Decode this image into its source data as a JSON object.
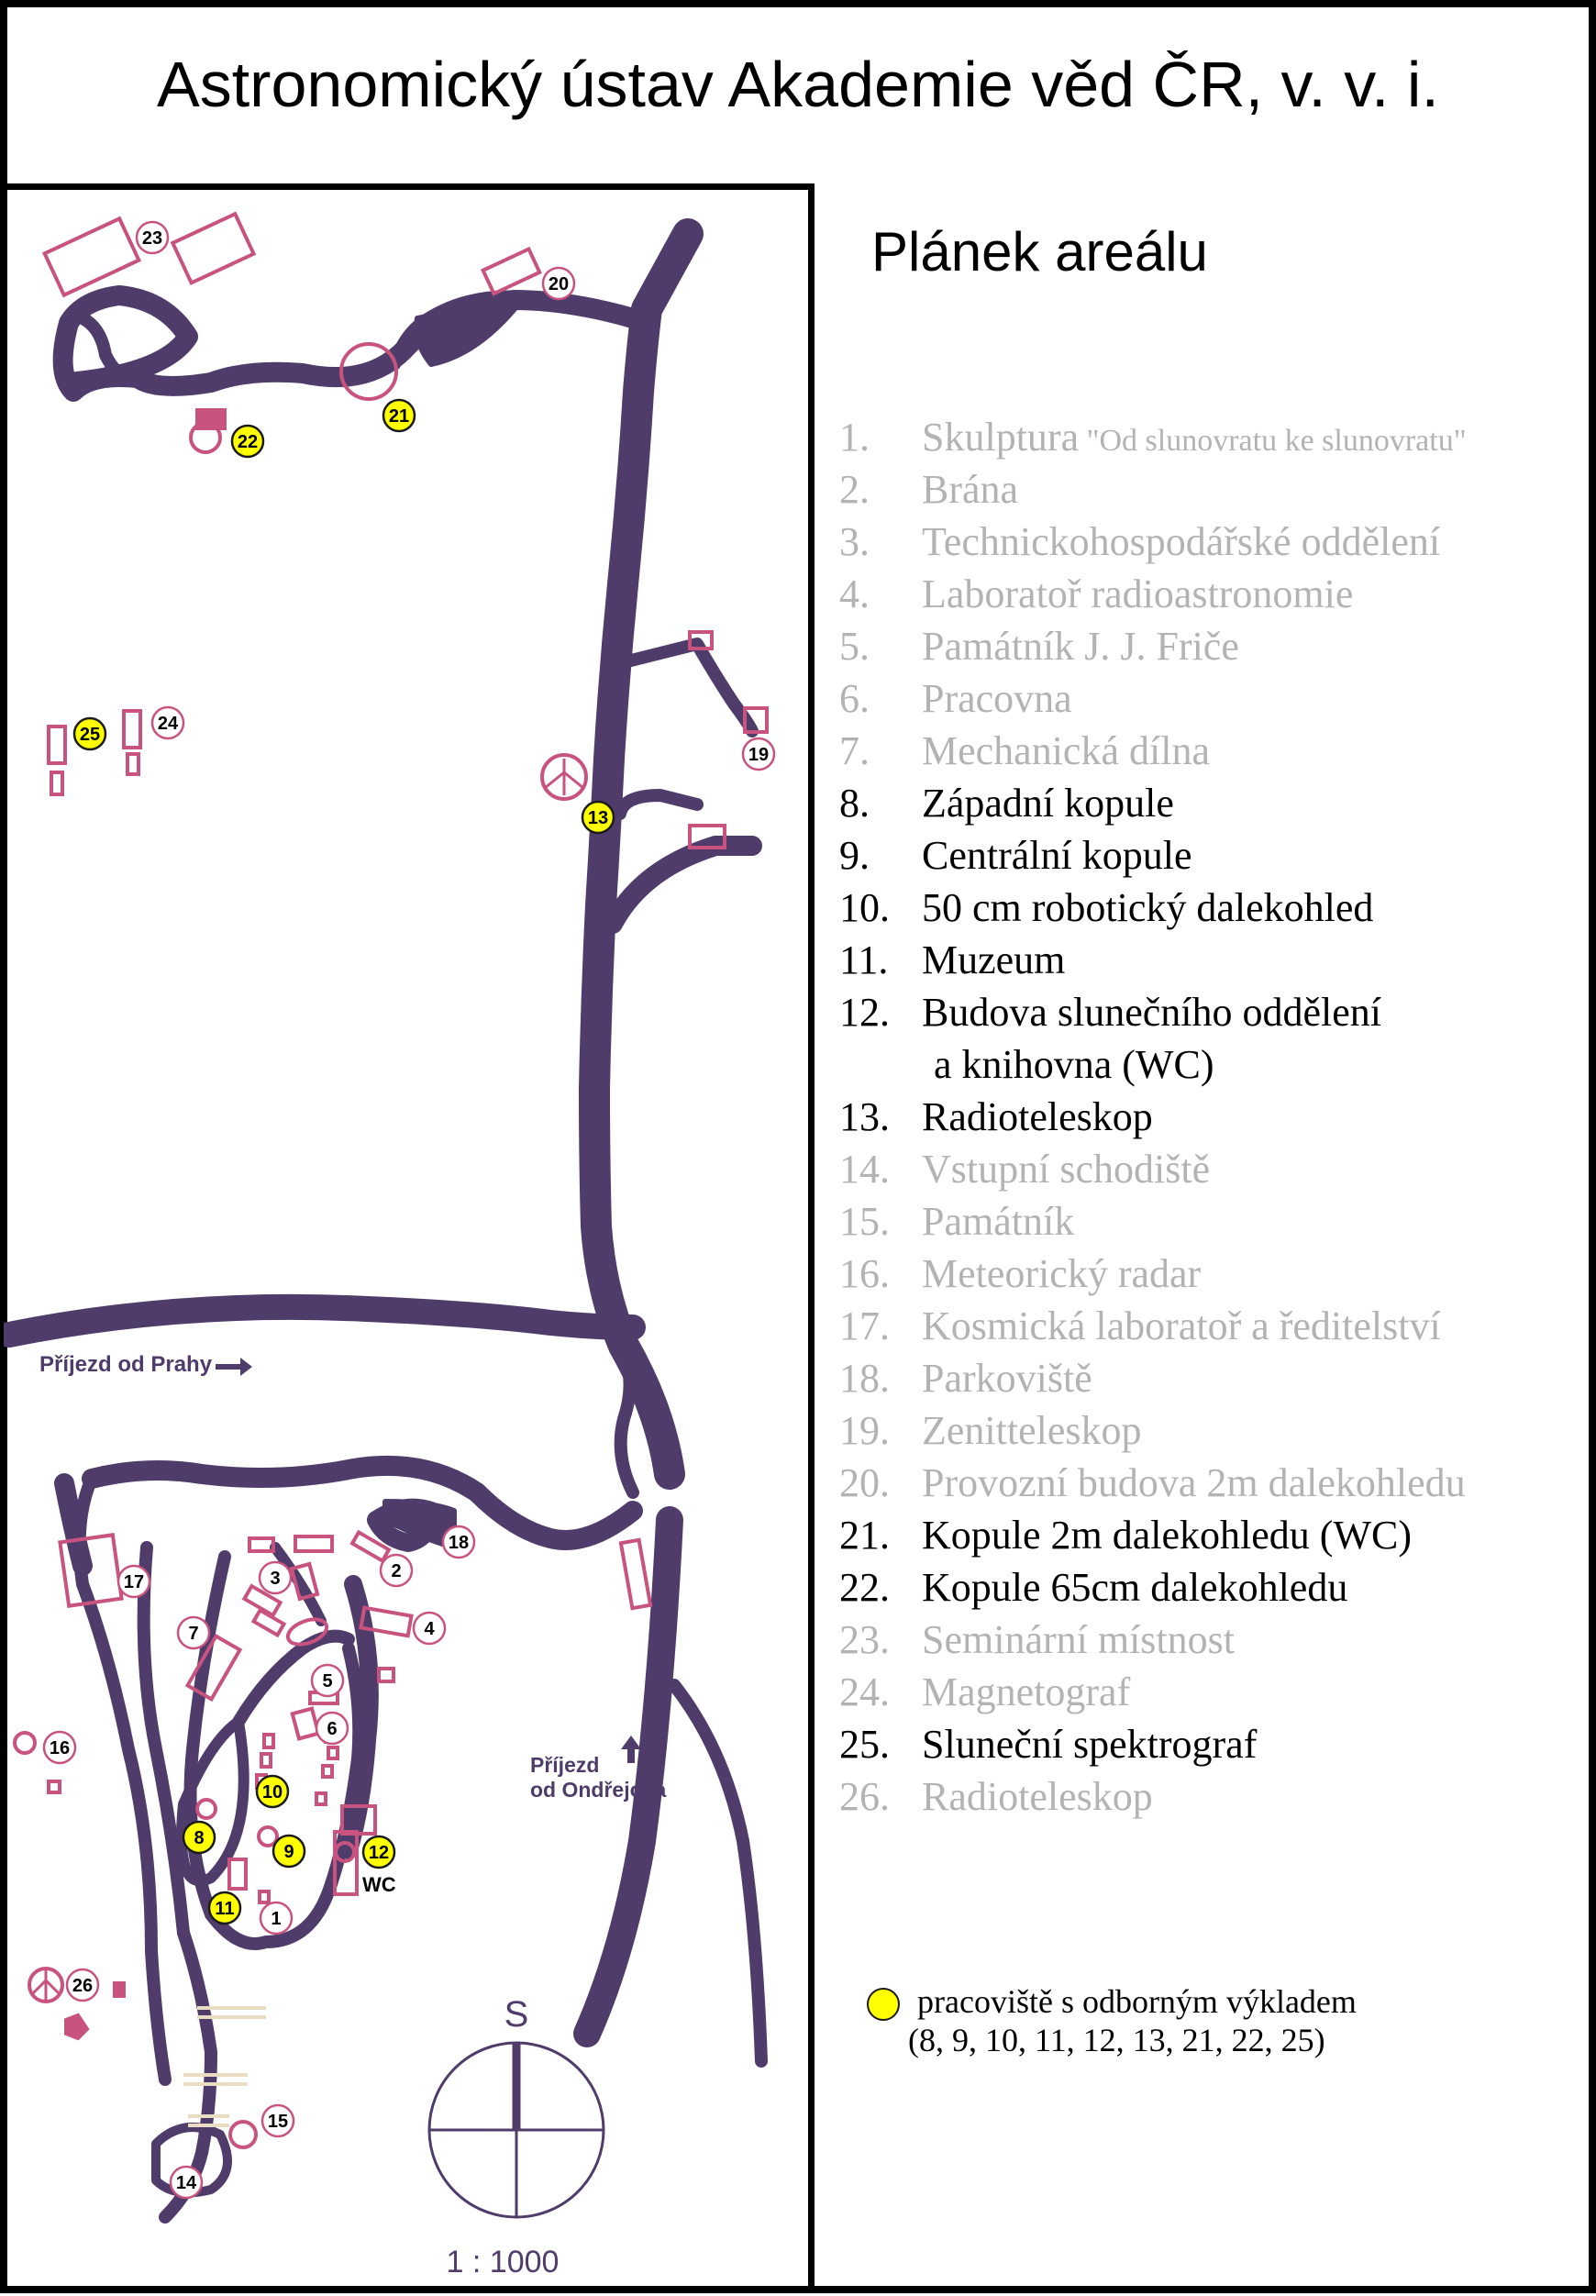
{
  "title": "Astronomický ústav Akademie věd ČR, v. v. i.",
  "legend": {
    "heading": "Plánek areálu",
    "items": [
      {
        "num": "1.",
        "label": "Skulptura",
        "extra": "\"Od slunovratu ke slunovratu\"",
        "active": false
      },
      {
        "num": "2.",
        "label": "Brána",
        "active": false
      },
      {
        "num": "3.",
        "label": "Technickohospodářské oddělení",
        "active": false
      },
      {
        "num": "4.",
        "label": "Laboratoř radioastronomie",
        "active": false
      },
      {
        "num": "5.",
        "label": "Památník J. J. Friče",
        "active": false
      },
      {
        "num": "6.",
        "label": "Pracovna",
        "active": false
      },
      {
        "num": "7.",
        "label": "Mechanická dílna",
        "active": false
      },
      {
        "num": "8.",
        "label": "Západní kopule",
        "active": true
      },
      {
        "num": "9.",
        "label": "Centrální kopule",
        "active": true
      },
      {
        "num": "10.",
        "label": "50 cm robotický dalekohled",
        "active": true
      },
      {
        "num": "11.",
        "label": "Muzeum",
        "active": true
      },
      {
        "num": "12.",
        "label": "Budova slunečního oddělení",
        "label2": "a knihovna (WC)",
        "active": true
      },
      {
        "num": "13.",
        "label": "Radioteleskop",
        "active": true
      },
      {
        "num": "14.",
        "label": "Vstupní schodiště",
        "active": false
      },
      {
        "num": "15.",
        "label": "Památník",
        "active": false
      },
      {
        "num": "16.",
        "label": "Meteorický radar",
        "active": false
      },
      {
        "num": "17.",
        "label": "Kosmická laboratoř a ředitelství",
        "active": false
      },
      {
        "num": "18.",
        "label": "Parkoviště",
        "active": false
      },
      {
        "num": "19.",
        "label": "Zenitteleskop",
        "active": false
      },
      {
        "num": "20.",
        "label": "Provozní budova 2m dalekohledu",
        "active": false
      },
      {
        "num": "21.",
        "label": "Kopule 2m dalekohledu (WC)",
        "active": true
      },
      {
        "num": "22.",
        "label": "Kopule 65cm dalekohledu",
        "active": true
      },
      {
        "num": "23.",
        "label": "Seminární místnost",
        "active": false
      },
      {
        "num": "24.",
        "label": "Magnetograf",
        "active": false
      },
      {
        "num": "25.",
        "label": "Sluneční spektrograf",
        "active": true
      },
      {
        "num": "26.",
        "label": "Radioteleskop",
        "active": false
      }
    ],
    "footnote": "pracoviště s odborným výkladem",
    "footnote_list": "(8, 9, 10, 11, 12, 13, 21, 22, 25)"
  },
  "map": {
    "approach_prague": "Příjezd od Prahy",
    "approach_ondrejov_1": "Příjezd",
    "approach_ondrejov_2": "od Ondřejova",
    "wc": "WC",
    "compass": "S",
    "scale": "1 : 1000",
    "markers": [
      {
        "n": "23",
        "h": false
      },
      {
        "n": "20",
        "h": false
      },
      {
        "n": "21",
        "h": true
      },
      {
        "n": "22",
        "h": true
      },
      {
        "n": "19",
        "h": false
      },
      {
        "n": "13",
        "h": true
      },
      {
        "n": "25",
        "h": true
      },
      {
        "n": "24",
        "h": false
      },
      {
        "n": "18",
        "h": false
      },
      {
        "n": "17",
        "h": false
      },
      {
        "n": "3",
        "h": false
      },
      {
        "n": "2",
        "h": false
      },
      {
        "n": "4",
        "h": false
      },
      {
        "n": "7",
        "h": false
      },
      {
        "n": "5",
        "h": false
      },
      {
        "n": "6",
        "h": false
      },
      {
        "n": "16",
        "h": false
      },
      {
        "n": "10",
        "h": true
      },
      {
        "n": "8",
        "h": true
      },
      {
        "n": "9",
        "h": true
      },
      {
        "n": "12",
        "h": true
      },
      {
        "n": "11",
        "h": true
      },
      {
        "n": "1",
        "h": false
      },
      {
        "n": "26",
        "h": false
      },
      {
        "n": "15",
        "h": false
      },
      {
        "n": "14",
        "h": false
      }
    ],
    "colors": {
      "road": "#4f3c6b",
      "building": "#c8537e",
      "highlight": "#ffff00"
    }
  }
}
